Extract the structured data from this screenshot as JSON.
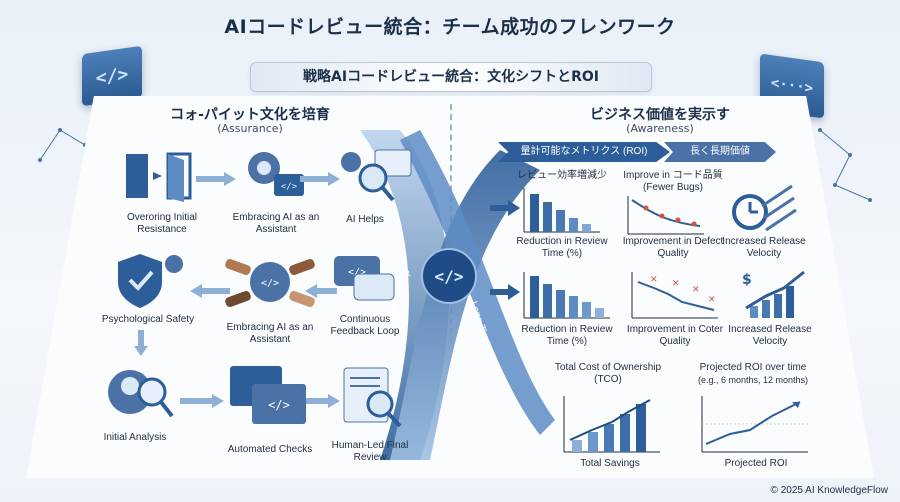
{
  "title": "AIコードレビュー統合：チーム成功のフレンワーク",
  "banner": "戦略AIコードレビュー統合：文化シフトとROI",
  "left": {
    "title": "コォ-パイット文化を培育",
    "subtitle": "(Assurance)",
    "nodes": {
      "n1": "Overoring Initial Resistance",
      "n2": "Embracing AI as an Assistant",
      "n3": "AI Helps",
      "n4": "Psychological Safety",
      "n5": "Embracing AI as an Assistant",
      "n6": "Continuous Feedback Loop",
      "n7": "Initial Analysis",
      "n8": "Automated Checks",
      "n9": "Human-Led Final Review"
    }
  },
  "center": {
    "continue_loop": "Continue Loop",
    "long_term_value": "Long Tim Value"
  },
  "right": {
    "title": "ビジネス価値を実示す",
    "subtitle": "(Awareness)",
    "pill1": "量計可能なメトリクス (ROI)",
    "pill2": "長く長期価値",
    "charts": {
      "c1_top": "レビュー効率増減少",
      "c1": "Reduction in Review Time (%)",
      "c2_top": "Improve in コード品質 (Fewer Bugs)",
      "c2": "Improvement in Defect Quality",
      "c3": "Increased Release Velocity",
      "c4": "Reduction in Review Time (%)",
      "c5": "Improvement in Coter Quality",
      "c6": "Increased Release Velocity",
      "c7_top": "Total Cost of Ownership (TCO)",
      "c7": "Total Savings",
      "c8_top": "Projected ROI over time",
      "c8_sub": "(e.g., 6 months, 12 months)",
      "c8": "Projected ROI"
    }
  },
  "deco": {
    "code_left": "</>",
    "code_right": "<···>",
    "code_mid": "</>"
  },
  "copyright": "© 2025 AI KnowledgeFlow"
}
